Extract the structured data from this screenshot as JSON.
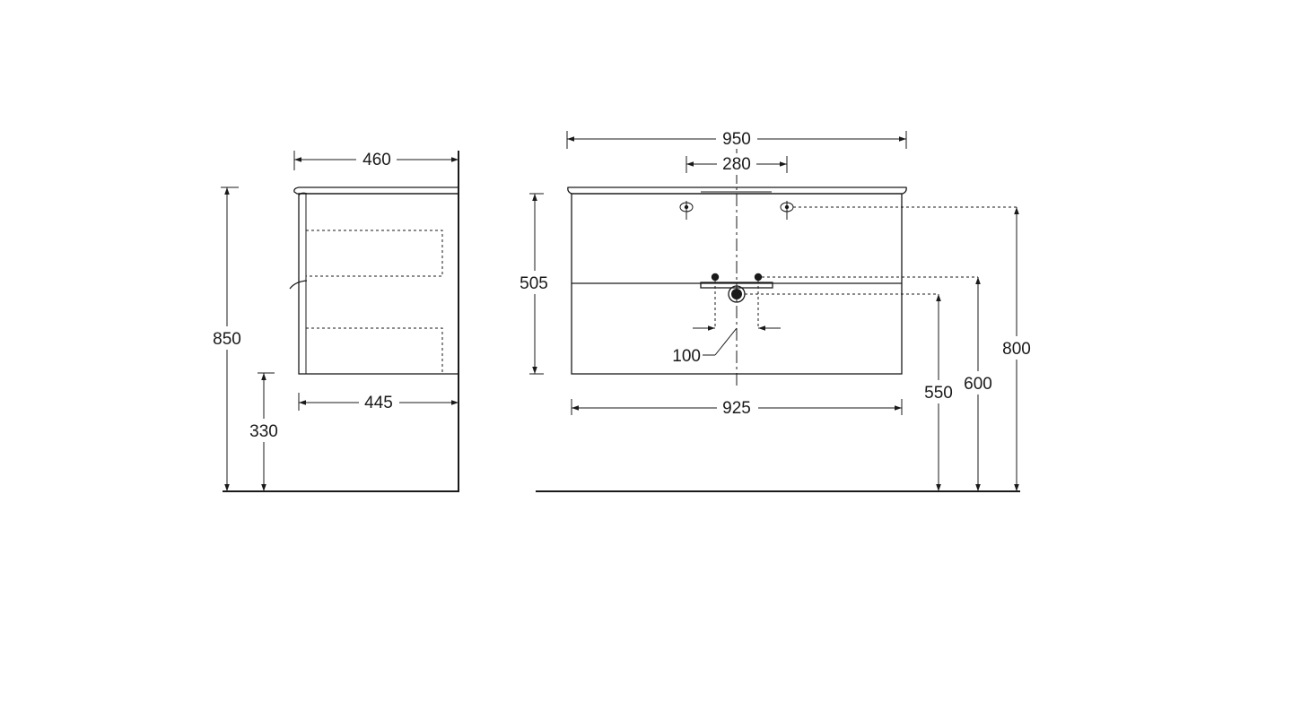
{
  "side_view": {
    "dim_top_width": "460",
    "dim_body_depth": "445",
    "dim_total_height": "850",
    "dim_floor_to_bottom": "330"
  },
  "front_view": {
    "dim_top_width": "950",
    "dim_faucet_spacing": "280",
    "dim_front_height": "505",
    "dim_body_width": "925",
    "dim_drain_spacing": "100",
    "dim_height_550": "550",
    "dim_height_600": "600",
    "dim_height_800": "800"
  }
}
